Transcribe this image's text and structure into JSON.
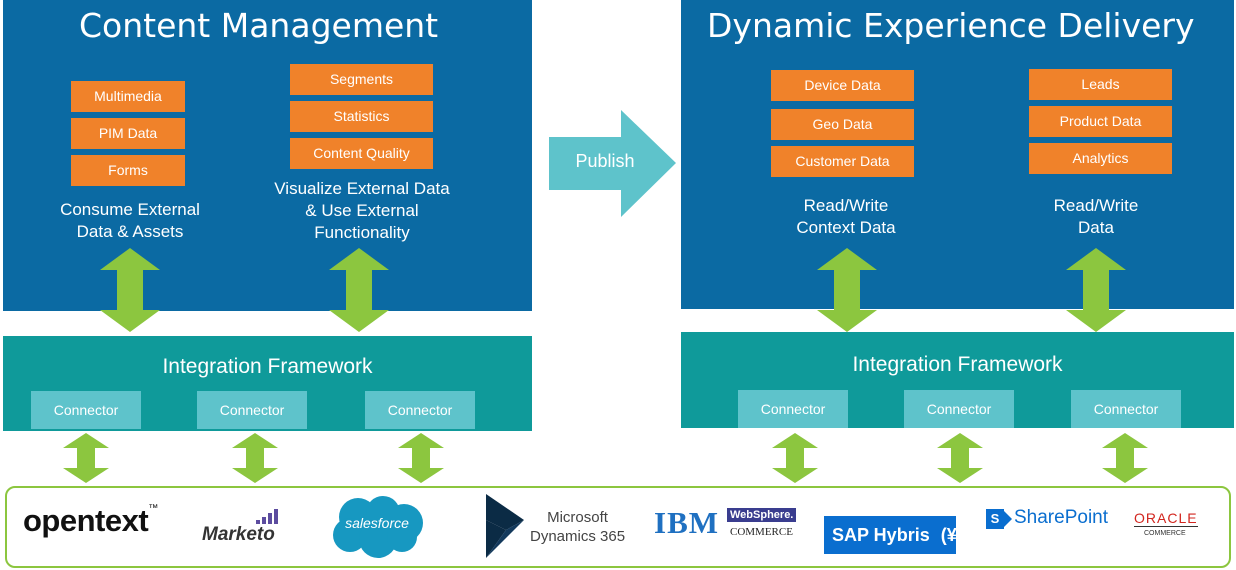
{
  "colors": {
    "panel_blue": "#0b6aa3",
    "panel_teal": "#0f9a9a",
    "orange_box": "#f0822a",
    "connector": "#5ec3cb",
    "arrow_green": "#8cc63f",
    "publish_arrow": "#5ec3cb",
    "logo_border": "#8cc63f"
  },
  "left": {
    "title": "Content Management",
    "group1": {
      "items": [
        "Multimedia",
        "PIM Data",
        "Forms"
      ],
      "caption_lines": [
        "Consume External",
        "Data & Assets"
      ]
    },
    "group2": {
      "items": [
        "Segments",
        "Statistics",
        "Content Quality"
      ],
      "caption_lines": [
        "Visualize External Data",
        "& Use External",
        "Functionality"
      ]
    },
    "framework": {
      "title": "Integration Framework",
      "connectors": [
        "Connector",
        "Connector",
        "Connector"
      ]
    }
  },
  "publish": {
    "label": "Publish"
  },
  "right": {
    "title": "Dynamic Experience Delivery",
    "group1": {
      "items": [
        "Device Data",
        "Geo Data",
        "Customer Data"
      ],
      "caption_lines": [
        "Read/Write",
        "Context Data"
      ]
    },
    "group2": {
      "items": [
        "Leads",
        "Product Data",
        "Analytics"
      ],
      "caption_lines": [
        "Read/Write",
        "Data"
      ]
    },
    "framework": {
      "title": "Integration Framework",
      "connectors": [
        "Connector",
        "Connector",
        "Connector"
      ]
    }
  },
  "logos": {
    "opentext": "opentext",
    "opentext_tm": "™",
    "marketo": "Marketo",
    "salesforce": "salesforce",
    "microsoft_line1": "Microsoft",
    "microsoft_line2": "Dynamics 365",
    "ibm": "IBM",
    "ibm_websphere": "WebSphere.",
    "ibm_commerce": "COMMERCE",
    "sap": "SAP Hybris",
    "sap_icon": "(¥)",
    "sharepoint": "SharePoint",
    "sharepoint_icon": "S",
    "oracle": "ORACLE",
    "oracle_sub": "COMMERCE"
  }
}
